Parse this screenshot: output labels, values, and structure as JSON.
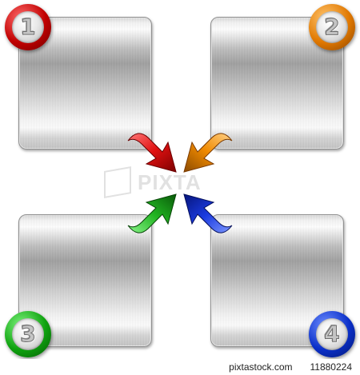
{
  "badges": [
    {
      "number": "1",
      "color": "#c00000"
    },
    {
      "number": "2",
      "color": "#e07800"
    },
    {
      "number": "3",
      "color": "#0fa20f"
    },
    {
      "number": "4",
      "color": "#0a2fc8"
    }
  ],
  "arrows": [
    {
      "color": "#e01010",
      "direction": "down-right"
    },
    {
      "color": "#f08a00",
      "direction": "down-left"
    },
    {
      "color": "#22b522",
      "direction": "up-right"
    },
    {
      "color": "#1a3ae0",
      "direction": "up-left"
    }
  ],
  "watermark": {
    "text": "PIXTA"
  },
  "footer": {
    "site": "pixtastock.com",
    "image_number": "11880224"
  }
}
